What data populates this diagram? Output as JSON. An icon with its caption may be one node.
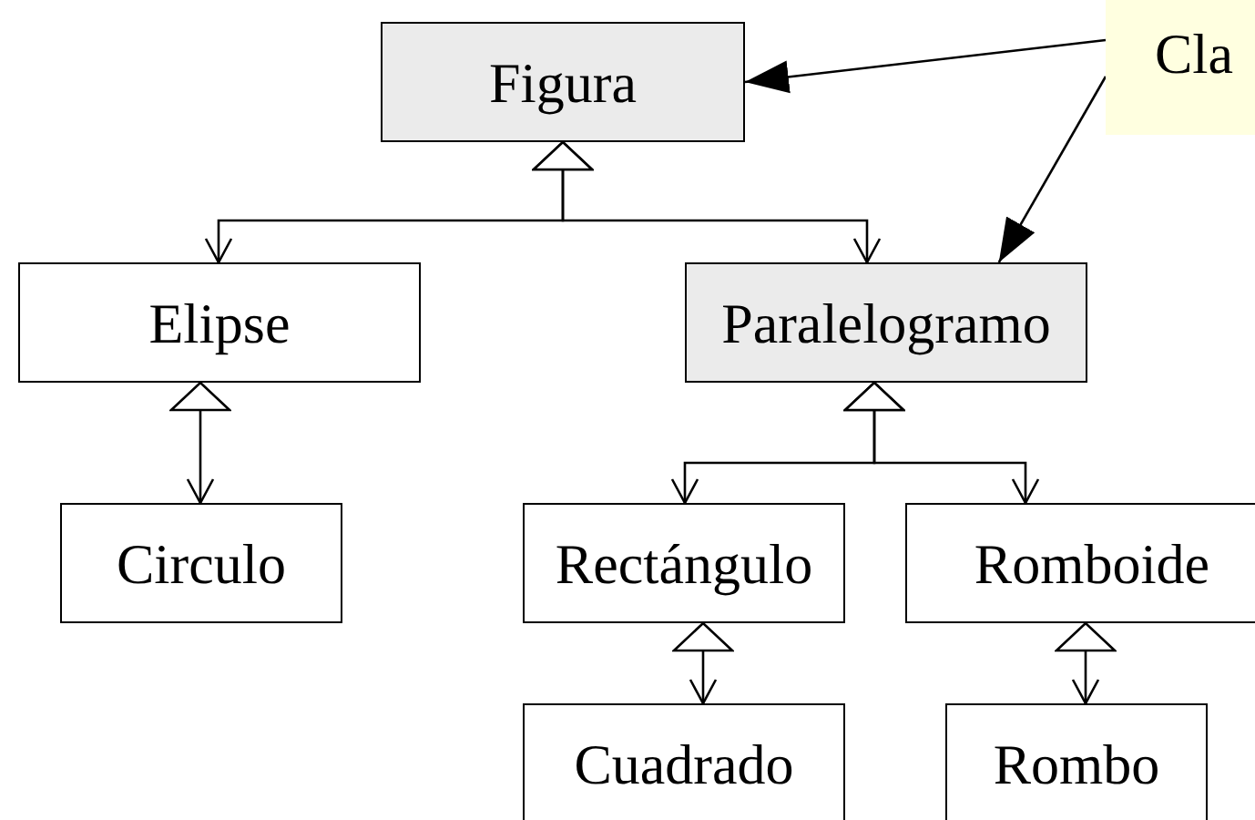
{
  "diagram": {
    "nodes": [
      {
        "text": [
          "Figura"
        ]
      },
      {
        "text": [
          "Cla"
        ]
      },
      {
        "text": [
          "Elipse"
        ]
      },
      {
        "text": [
          "Paralelogramo"
        ]
      },
      {
        "text": [
          "Circulo"
        ]
      },
      {
        "text": [
          "Rectángulo"
        ]
      },
      {
        "text": [
          "Romboide"
        ]
      },
      {
        "text": [
          "Cuadrado"
        ]
      },
      {
        "text": [
          "Rombo"
        ]
      }
    ],
    "edges": [
      {
        "from": 0,
        "to": 2,
        "arrow": "both"
      },
      {
        "from": 0,
        "to": 3,
        "arrow": "both"
      },
      {
        "from": 1,
        "to": 0,
        "arrow": "to"
      },
      {
        "from": 1,
        "to": 3,
        "arrow": "to"
      },
      {
        "from": 2,
        "to": 4,
        "arrow": "both"
      },
      {
        "from": 3,
        "to": 5,
        "arrow": "both"
      },
      {
        "from": 3,
        "to": 6,
        "arrow": "both"
      },
      {
        "from": 5,
        "to": 7,
        "arrow": "both"
      },
      {
        "from": 6,
        "to": 8,
        "arrow": "both"
      }
    ]
  }
}
